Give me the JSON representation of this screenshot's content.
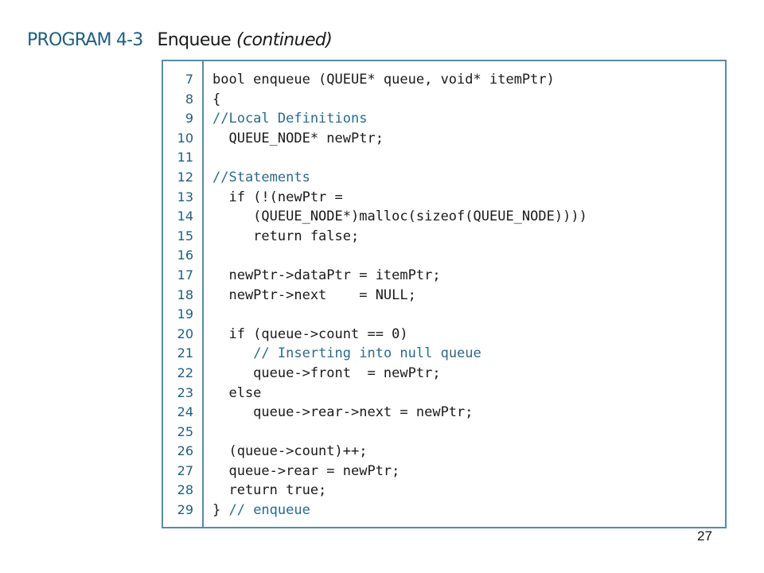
{
  "heading": {
    "label": "PROGRAM 4-3",
    "title": "Enqueue",
    "title_suffix": "(continued)"
  },
  "code": {
    "lines": [
      {
        "num": "7",
        "code": "bool enqueue (QUEUE* queue, void* itemPtr)",
        "comment": ""
      },
      {
        "num": "8",
        "code": "{",
        "comment": ""
      },
      {
        "num": "9",
        "code": "",
        "comment": "//Local Definitions"
      },
      {
        "num": "10",
        "code": "  QUEUE_NODE* newPtr;",
        "comment": ""
      },
      {
        "num": "11",
        "code": "",
        "comment": ""
      },
      {
        "num": "12",
        "code": "",
        "comment": "//Statements"
      },
      {
        "num": "13",
        "code": "  if (!(newPtr =",
        "comment": ""
      },
      {
        "num": "14",
        "code": "     (QUEUE_NODE*)malloc(sizeof(QUEUE_NODE))))",
        "comment": ""
      },
      {
        "num": "15",
        "code": "     return false;",
        "comment": ""
      },
      {
        "num": "16",
        "code": "",
        "comment": ""
      },
      {
        "num": "17",
        "code": "  newPtr->dataPtr = itemPtr;",
        "comment": ""
      },
      {
        "num": "18",
        "code": "  newPtr->next    = NULL;",
        "comment": ""
      },
      {
        "num": "19",
        "code": "",
        "comment": ""
      },
      {
        "num": "20",
        "code": "  if (queue->count == 0)",
        "comment": ""
      },
      {
        "num": "21",
        "code": "     ",
        "comment": "// Inserting into null queue"
      },
      {
        "num": "22",
        "code": "     queue->front  = newPtr;",
        "comment": ""
      },
      {
        "num": "23",
        "code": "  else",
        "comment": ""
      },
      {
        "num": "24",
        "code": "     queue->rear->next = newPtr;",
        "comment": ""
      },
      {
        "num": "25",
        "code": "",
        "comment": ""
      },
      {
        "num": "26",
        "code": "  (queue->count)++;",
        "comment": ""
      },
      {
        "num": "27",
        "code": "  queue->rear = newPtr;",
        "comment": ""
      },
      {
        "num": "28",
        "code": "  return true;",
        "comment": ""
      },
      {
        "num": "29",
        "code": "} ",
        "comment": "// enqueue"
      }
    ]
  },
  "page_number": "27",
  "colors": {
    "accent": "#1f5f7d",
    "comment": "#2a6a8c",
    "border": "#5a8aa4",
    "text": "#1a1a1a"
  }
}
